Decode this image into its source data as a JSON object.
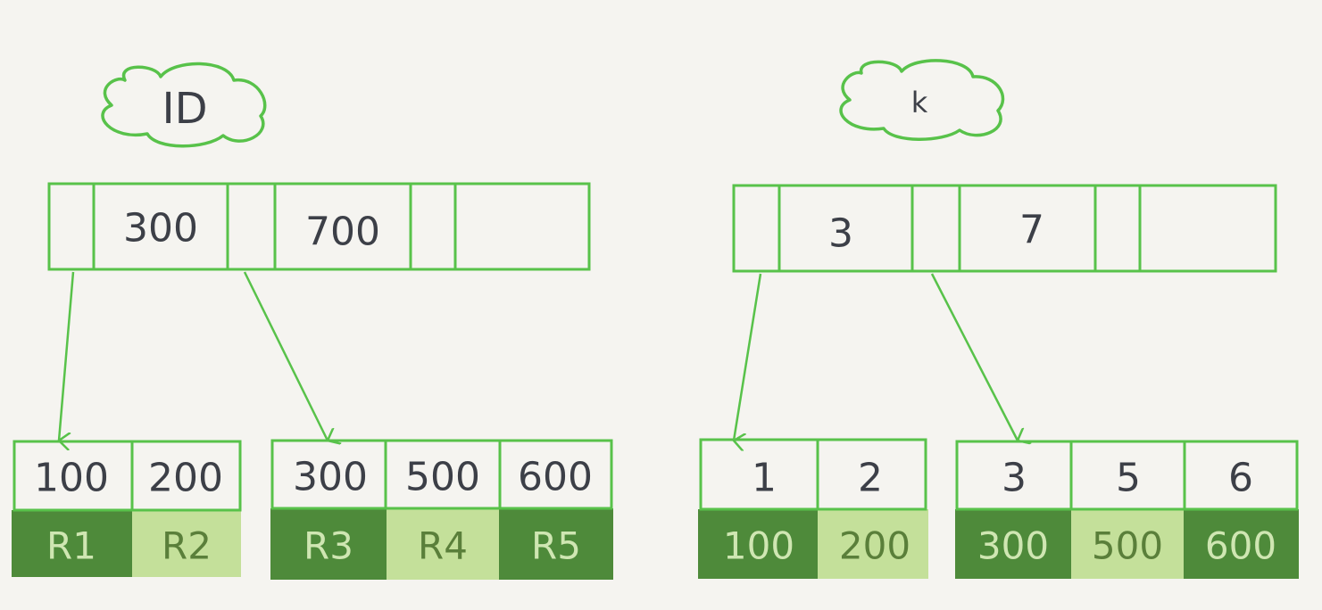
{
  "colors": {
    "background": "#f5f4f0",
    "line_green": "#58c24a",
    "dark_green": "#4e8a3a",
    "light_green": "#c4e09a",
    "text_dark": "#3c3f47",
    "text_on_dark": "#cfe6b2",
    "text_on_light": "#5a7f3a"
  },
  "trees": [
    {
      "label": "ID",
      "root_keys": [
        "300",
        "700"
      ],
      "leaves": [
        {
          "keys": [
            "100",
            "200"
          ],
          "values": [
            "R1",
            "R2"
          ]
        },
        {
          "keys": [
            "300",
            "500",
            "600"
          ],
          "values": [
            "R3",
            "R4",
            "R5"
          ]
        }
      ]
    },
    {
      "label": "k",
      "root_keys": [
        "3",
        "7"
      ],
      "leaves": [
        {
          "keys": [
            "1",
            "2"
          ],
          "values": [
            "100",
            "200"
          ]
        },
        {
          "keys": [
            "3",
            "5",
            "6"
          ],
          "values": [
            "300",
            "500",
            "600"
          ]
        }
      ]
    }
  ]
}
